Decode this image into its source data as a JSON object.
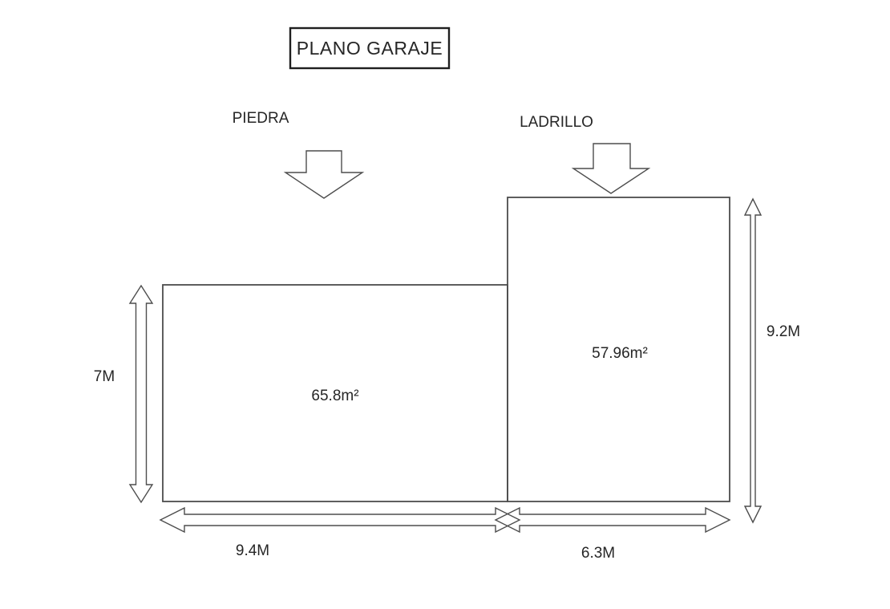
{
  "title": "PLANO GARAJE",
  "materials": {
    "piedra": {
      "label": "PIEDRA"
    },
    "ladrillo": {
      "label": "LADRILLO"
    }
  },
  "rooms": {
    "piedra": {
      "area": "65.8m²",
      "width": "9.4M",
      "height": "7M"
    },
    "ladrillo": {
      "area": "57.96m²",
      "width": "6.3M",
      "height": "9.2M"
    }
  },
  "colors": {
    "line": "#4d4d4d",
    "text": "#262626",
    "background": "#ffffff",
    "box-border": "#1f1f1f"
  }
}
